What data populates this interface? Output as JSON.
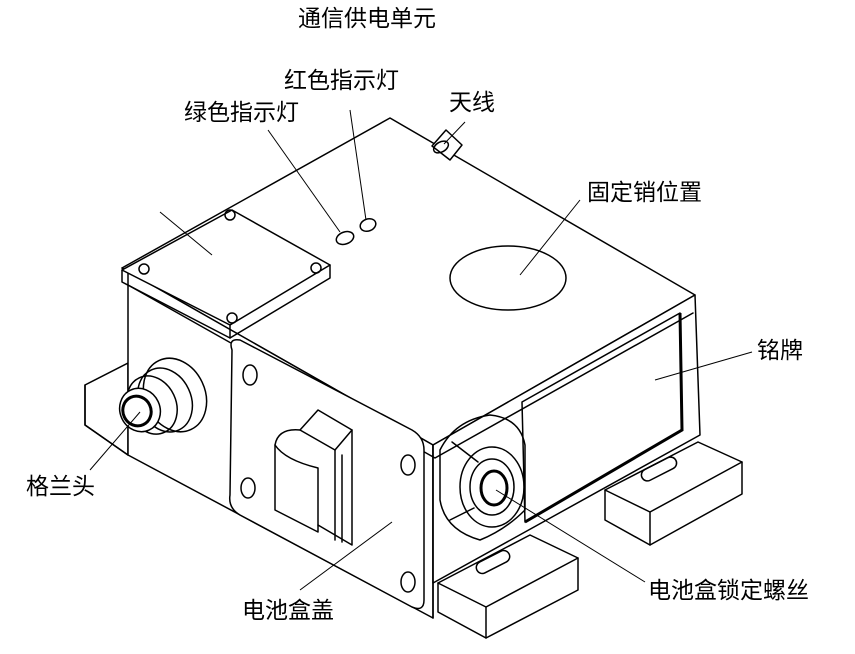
{
  "title": "通信供电单元",
  "labels": {
    "green_led": "绿色指示灯",
    "red_led": "红色指示灯",
    "antenna": "天线",
    "pin_position": "固定销位置",
    "nameplate": "铭牌",
    "gland": "格兰头",
    "battery_cover": "电池盒盖",
    "lock_screw": "电池盒锁定螺丝"
  }
}
